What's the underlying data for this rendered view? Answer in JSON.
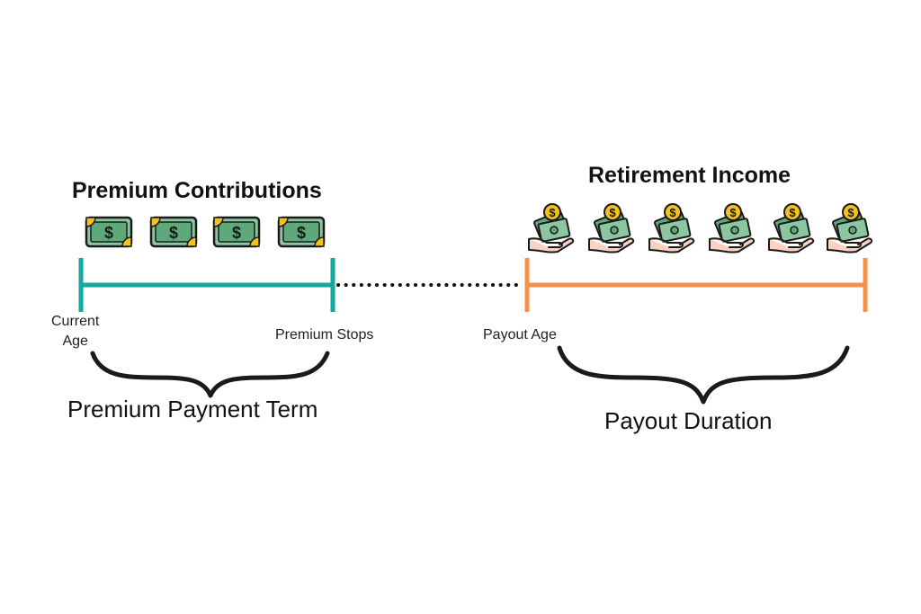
{
  "colors": {
    "premium_line": "#14a89f",
    "payout_line": "#f5914a",
    "dots": "#111111",
    "cash_green": "#5fa879",
    "cash_light": "#8cc6a0",
    "coin_gold": "#f4c21c",
    "hand_skin": "#fbd2c2",
    "outline": "#1a1a1a"
  },
  "icons": {
    "cash_note": "cash-note-icon",
    "coin_hand": "hand-with-cash-and-coin-icon",
    "cash_note_count": 4,
    "coin_hand_count": 6,
    "currency_symbol": "$"
  },
  "diagram": {
    "premium_title": "Premium Contributions",
    "retirement_title": "Retirement Income",
    "current_age_line1": "Current",
    "current_age_line2": "Age",
    "premium_stops": "Premium Stops",
    "payout_age": "Payout Age",
    "premium_payment_term": "Premium Payment Term",
    "payout_duration": "Payout Duration"
  }
}
